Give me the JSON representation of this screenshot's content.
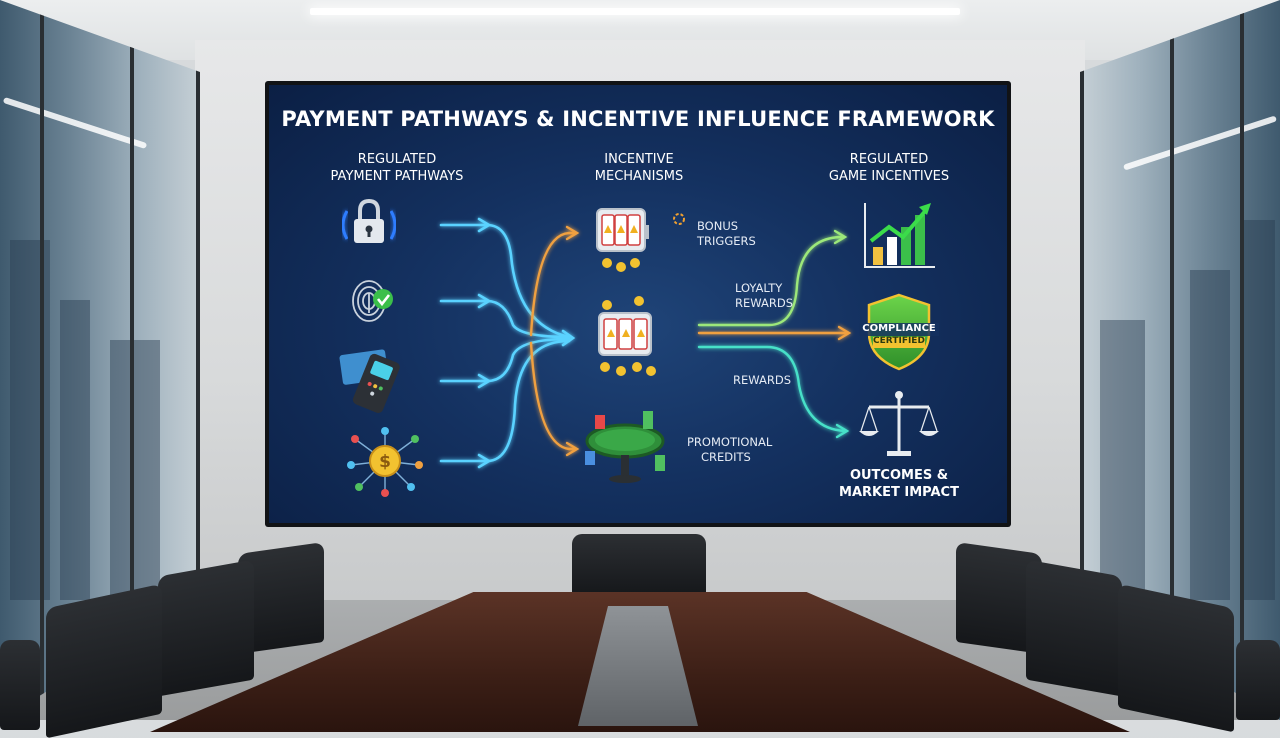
{
  "screen": {
    "title": "PAYMENT PATHWAYS & INCENTIVE INFLUENCE FRAMEWORK",
    "columns": {
      "payment": {
        "line1": "REGULATED",
        "line2": "PAYMENT PATHWAYS"
      },
      "incentive": {
        "line1": "INCENTIVE",
        "line2": "MECHANISMS"
      },
      "game": {
        "line1": "REGULATED",
        "line2": "GAME INCENTIVES"
      }
    },
    "labels": {
      "bonus": {
        "line1": "BONUS",
        "line2": "TRIGGERS"
      },
      "loyalty": {
        "line1": "LOYALTY",
        "line2": "REWARDS"
      },
      "rewards": "REWARDS",
      "promo": {
        "line1": "PROMOTIONAL",
        "line2": "CREDITS"
      },
      "compliance": {
        "line1": "COMPLIANCE",
        "line2": "CERTIFIED"
      },
      "outcomes": {
        "line1": "OUTCOMES &",
        "line2": "MARKET IMPACT"
      }
    },
    "colors": {
      "screen_bg": "#143160",
      "flow_blue": "#5ad2ff",
      "flow_orange": "#f0a040",
      "flow_green": "#9ce87a",
      "flow_teal": "#47e0c8"
    },
    "icons": [
      "lock-icon",
      "fingerprint-check-icon",
      "card-terminal-icon",
      "coin-network-icon",
      "slot-machine-icon",
      "poker-table-icon",
      "growth-chart-icon",
      "compliance-shield-icon",
      "scales-icon"
    ]
  }
}
